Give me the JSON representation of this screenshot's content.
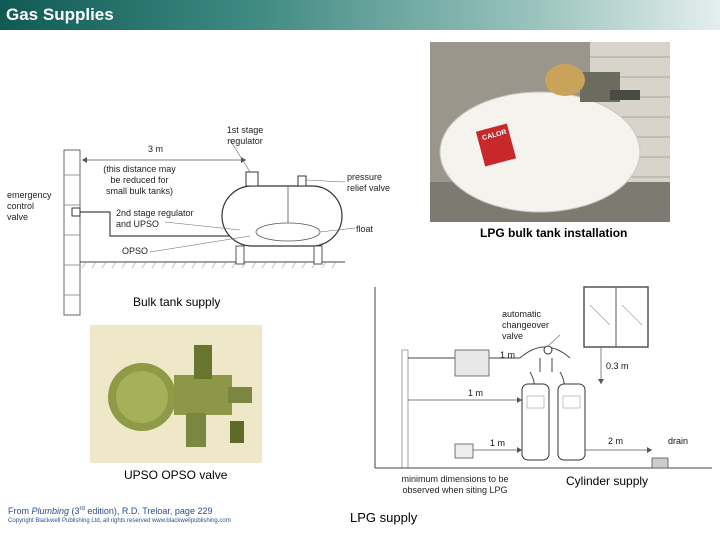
{
  "header": {
    "title": "Gas Supplies"
  },
  "bulk_diagram": {
    "dim_3m": "3 m",
    "regulator_1st": "1st stage\nregulator",
    "distance_note": "(this distance may\nbe reduced for\nsmall bulk tanks)",
    "emergency_valve": "emergency\ncontrol\nvalve",
    "regulator_2nd": "2nd stage regulator\nand UPSO",
    "pressure_relief": "pressure\nrelief valve",
    "float": "float",
    "opso": "OPSO",
    "caption": "Bulk tank supply"
  },
  "tank_photo": {
    "logo": "CALOR",
    "caption": "LPG bulk tank installation"
  },
  "valve_photo": {
    "caption": "UPSO OPSO valve"
  },
  "cylinder_diagram": {
    "changeover": "automatic\nchangeover\nvalve",
    "dim_1m_top": "1 m",
    "dim_03m": "0.3 m",
    "dim_1m_mid": "1 m",
    "dim_1m_low": "1 m",
    "dim_2m": "2 m",
    "drain": "drain",
    "min_dims": "minimum dimensions to be\nobserved when siting LPG",
    "caption": "Cylinder supply",
    "bottom_caption": "LPG supply"
  },
  "footer": {
    "source_prefix": "From ",
    "source_book": "Plumbing",
    "source_edition_pre": " (3",
    "source_sup": "rd",
    "source_edition_post": " edition), R.D. Treloar, page 229",
    "copyright": "Copyright Blackwell Publishing Ltd, all rights reserved  www.blackwellpublishing.com"
  }
}
